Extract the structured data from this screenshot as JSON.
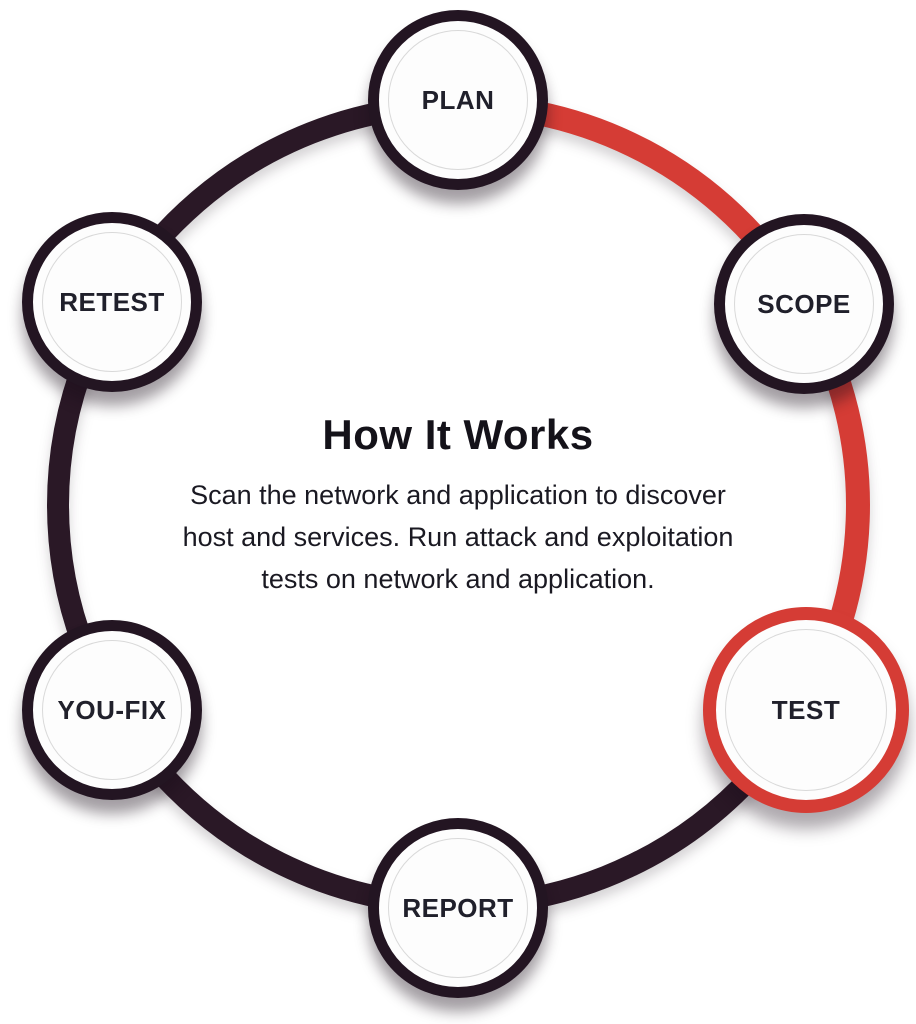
{
  "diagram": {
    "title": "How It Works",
    "description": "Scan the network and application to discover host and services. Run attack and exploitation tests on network and application.",
    "nodes": [
      {
        "id": "plan",
        "label": "PLAN",
        "state": "default"
      },
      {
        "id": "scope",
        "label": "SCOPE",
        "state": "default"
      },
      {
        "id": "test",
        "label": "TEST",
        "state": "active"
      },
      {
        "id": "report",
        "label": "REPORT",
        "state": "default"
      },
      {
        "id": "you-fix",
        "label": "YOU-FIX",
        "state": "default"
      },
      {
        "id": "retest",
        "label": "RETEST",
        "state": "default"
      }
    ],
    "colors": {
      "ring_dark": "#2a1826",
      "accent_red": "#d53c35",
      "node_border_dark": "#231522",
      "node_fill": "#fdfdfd",
      "text_dark": "#141219"
    }
  }
}
